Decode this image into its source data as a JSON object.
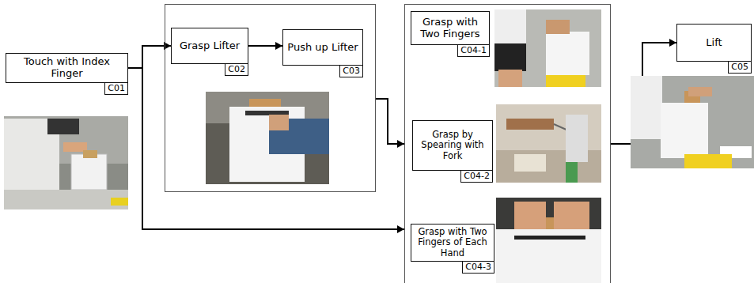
{
  "diagram": {
    "nodes": [
      {
        "text": [
          "Touch with Index Finger",
          "C01"
        ]
      },
      {
        "text": []
      },
      {
        "text": [
          "Grasp Lifter",
          "C02"
        ],
        "in": 1
      },
      {
        "text": [
          "Push up Lifter",
          "C03"
        ],
        "in": 1
      },
      {
        "text": []
      },
      {
        "text": [
          "Grasp with Two Fingers",
          "C04-1"
        ],
        "in": 4
      },
      {
        "text": [
          "Grasp by Spearing with Fork",
          "C04-2"
        ],
        "in": 4
      },
      {
        "text": [
          "Grasp with Two Fingers of Each Hand",
          "C04-3"
        ],
        "in": 4
      },
      {
        "text": [
          "Lift",
          "C05"
        ]
      }
    ],
    "edges": [
      {
        "from": 0,
        "to": 2,
        "arrow": "to"
      },
      {
        "from": 2,
        "to": 3,
        "arrow": "to"
      },
      {
        "from": 0,
        "to": 4,
        "arrow": "to"
      },
      {
        "from": 1,
        "to": 4,
        "arrow": "to"
      },
      {
        "from": 4,
        "to": 8,
        "arrow": "to"
      }
    ]
  }
}
